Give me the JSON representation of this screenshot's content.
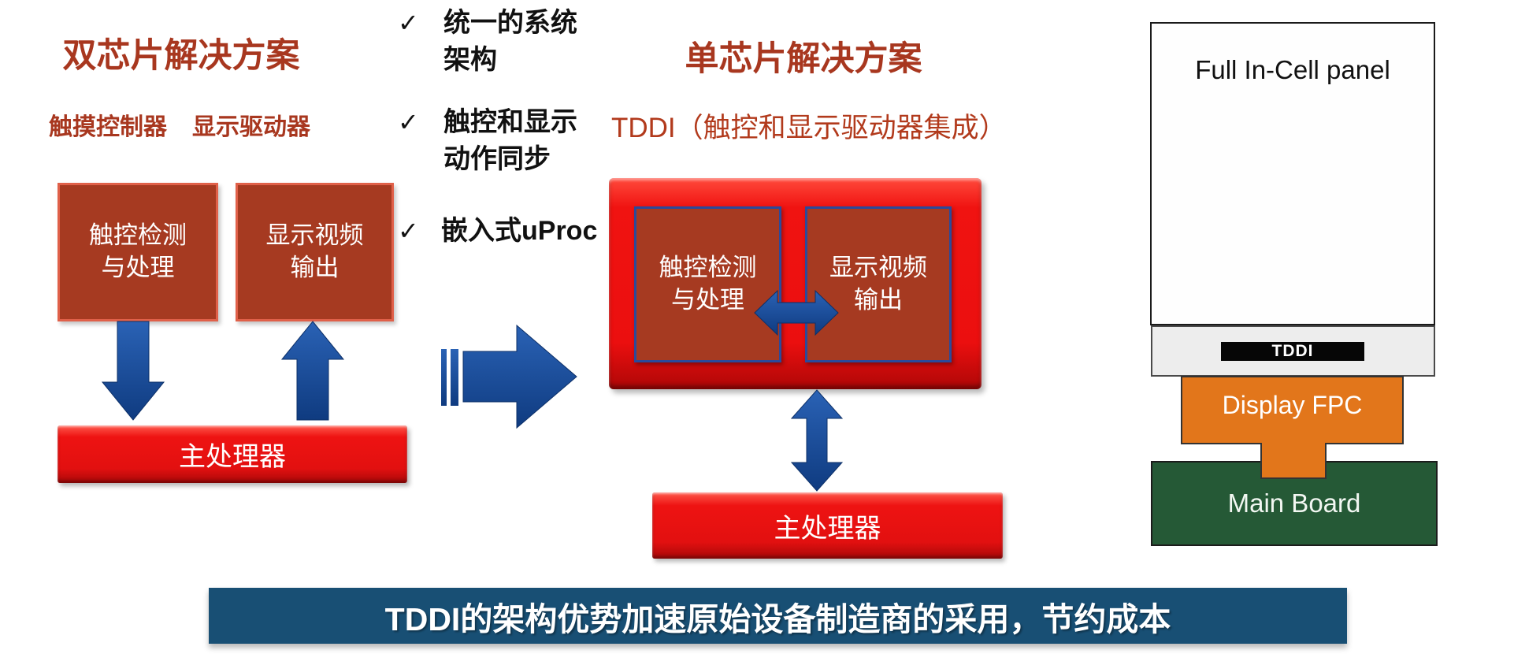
{
  "dual_chip": {
    "title": "双芯片解决方案",
    "labels": {
      "touch": "触摸控制器",
      "display": "显示驱动器"
    },
    "touch_box": {
      "line1": "触控检测",
      "line2": "与处理"
    },
    "display_box": {
      "line1": "显示视频",
      "line2": "输出"
    },
    "processor": "主处理器"
  },
  "benefits": {
    "check_glyph": "✓",
    "items": [
      {
        "line1": "统一的系统",
        "line2": "架构"
      },
      {
        "line1": "触控和显示",
        "line2": "动作同步"
      },
      {
        "line1": "嵌入式uProc",
        "line2": ""
      }
    ]
  },
  "single_chip": {
    "title": "单芯片解决方案",
    "subtitle": "TDDI（触控和显示驱动器集成）",
    "touch_box": {
      "line1": "触控检测",
      "line2": "与处理"
    },
    "display_box": {
      "line1": "显示视频",
      "line2": "输出"
    },
    "processor": "主处理器"
  },
  "panel_stack": {
    "panel": "Full In-Cell panel",
    "tddi": "TDDI",
    "fpc": "Display FPC",
    "board": "Main Board"
  },
  "banner": "TDDI的架构优势加速原始设备制造商的采用，节约成本",
  "colors": {
    "dark_red_text": "#A8371F",
    "chip_box_fill": "#A63A21",
    "chip_box_border_pink": "#E06049",
    "chip_box_border_blue": "#2B4A9B",
    "bright_red": "#EB0F0F",
    "arrow_blue": "#1A4A9A",
    "banner_blue": "#184F74",
    "fpc_orange": "#E2761B",
    "board_green": "#255936",
    "tddi_bar_black": "#060606"
  }
}
